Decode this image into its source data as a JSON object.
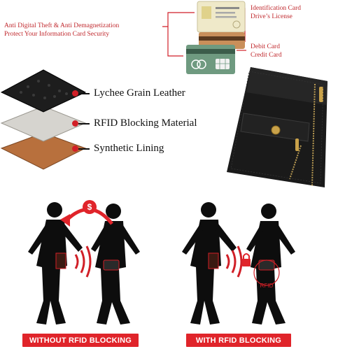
{
  "header": {
    "line1": "Anti Digital Theft & Anti Demagnetization",
    "line2": "Protect Your Information Card Security"
  },
  "card_labels": {
    "top_line1": "Identification Card",
    "top_line2": "Drive’s License",
    "bottom_line1": "Debit Card",
    "bottom_line2": "Credit Card"
  },
  "layers": [
    {
      "label": "Lychee Grain Leather"
    },
    {
      "label": "RFID Blocking Material"
    },
    {
      "label": "Synthetic Lining"
    }
  ],
  "scenes": {
    "left_banner": "WITHOUT RFID BLOCKING",
    "right_banner": "WITH RFID BLOCKING",
    "right_card_text": "RFID",
    "money_symbol": "$"
  },
  "colors": {
    "accent_red": "#d11f27",
    "text_red": "#c0282d",
    "leather_black": "#1d1d1d",
    "lining_brown": "#b8703d",
    "rfid_gray": "#d6d4cf"
  }
}
